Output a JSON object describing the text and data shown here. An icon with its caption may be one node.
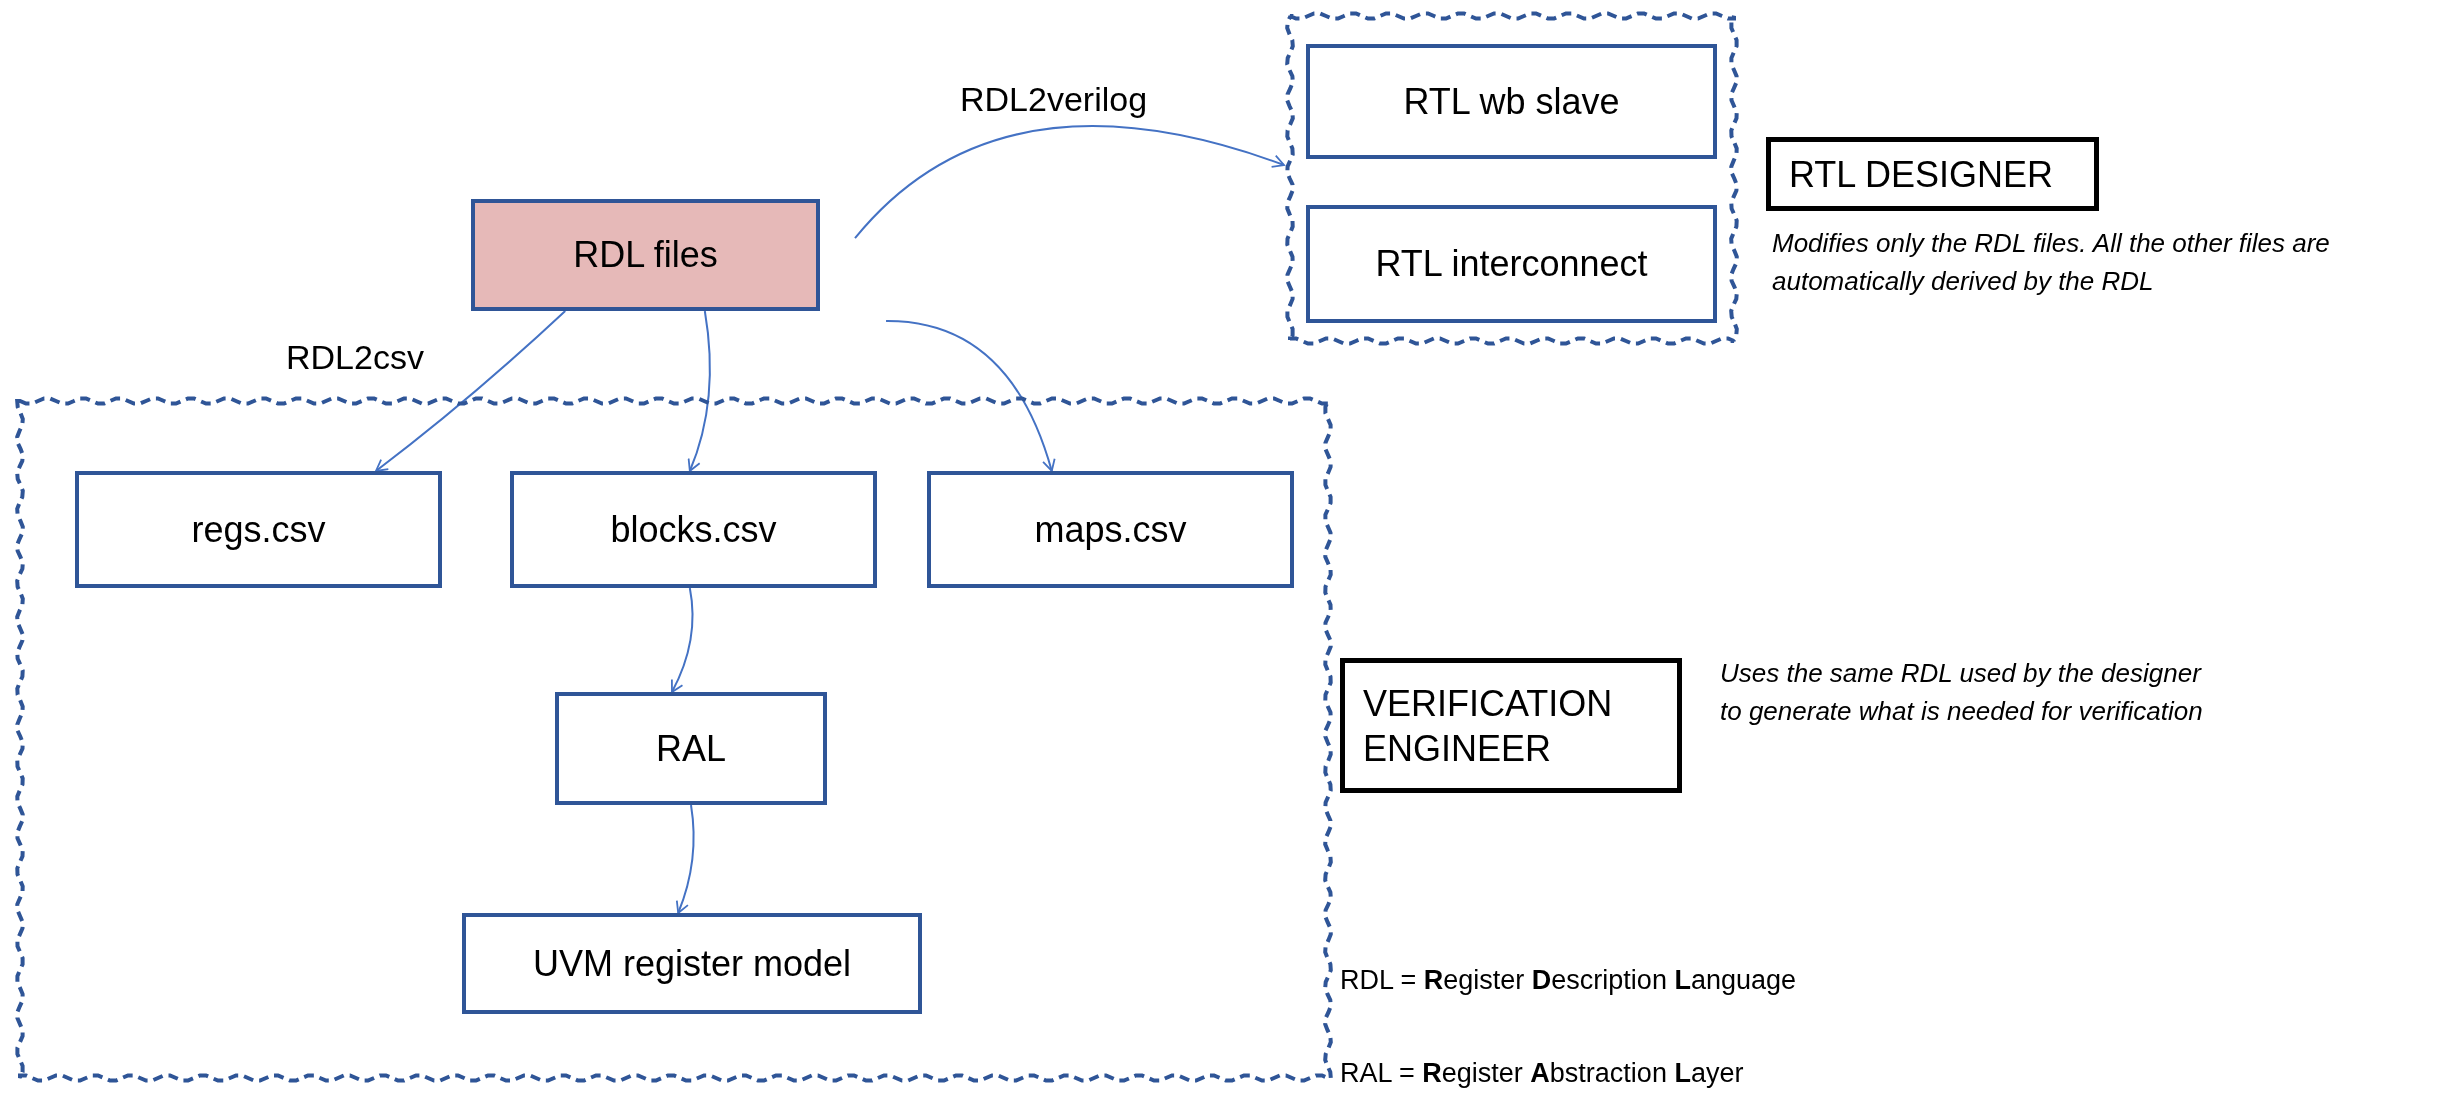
{
  "diagram": {
    "nodes": [
      {
        "text": [
          "RDL files"
        ]
      },
      {
        "text": [],
        "shape": "box"
      },
      {
        "text": [
          "RTL wb slave"
        ],
        "in": 1
      },
      {
        "text": [
          "RTL interconnect"
        ],
        "in": 1
      },
      {
        "text": [
          "RTL DESIGNER"
        ],
        "beside": [
          "Modifies only the RDL files. All the other files are automatically derived by the RDL"
        ]
      },
      {
        "text": [],
        "shape": "box"
      },
      {
        "text": [
          "regs.csv"
        ],
        "in": 5
      },
      {
        "text": [
          "blocks.csv"
        ],
        "in": 5
      },
      {
        "text": [
          "maps.csv"
        ],
        "in": 5
      },
      {
        "text": [
          "RAL"
        ],
        "in": 5
      },
      {
        "text": [
          "UVM register model"
        ],
        "in": 5
      },
      {
        "text": [
          "VERIFICATION ENGINEER"
        ],
        "beside": [
          "Uses the same RDL used by the designer to generate what is needed for verification"
        ]
      }
    ],
    "edges": [
      {
        "from": 0,
        "to": 1,
        "arrow": "to",
        "label": "RDL2verilog"
      },
      {
        "from": 0,
        "to": 6,
        "arrow": "to",
        "label": "RDL2csv"
      },
      {
        "from": 0,
        "to": 7,
        "arrow": "to"
      },
      {
        "from": 0,
        "to": 8,
        "arrow": "to"
      },
      {
        "from": 7,
        "to": 9,
        "arrow": "to"
      },
      {
        "from": 9,
        "to": 10,
        "arrow": "to"
      }
    ],
    "labels": [
      "RDL = **R**egister **D**escription **L**anguage",
      "RAL = **R**egister **A**bstraction **L**ayer"
    ]
  }
}
